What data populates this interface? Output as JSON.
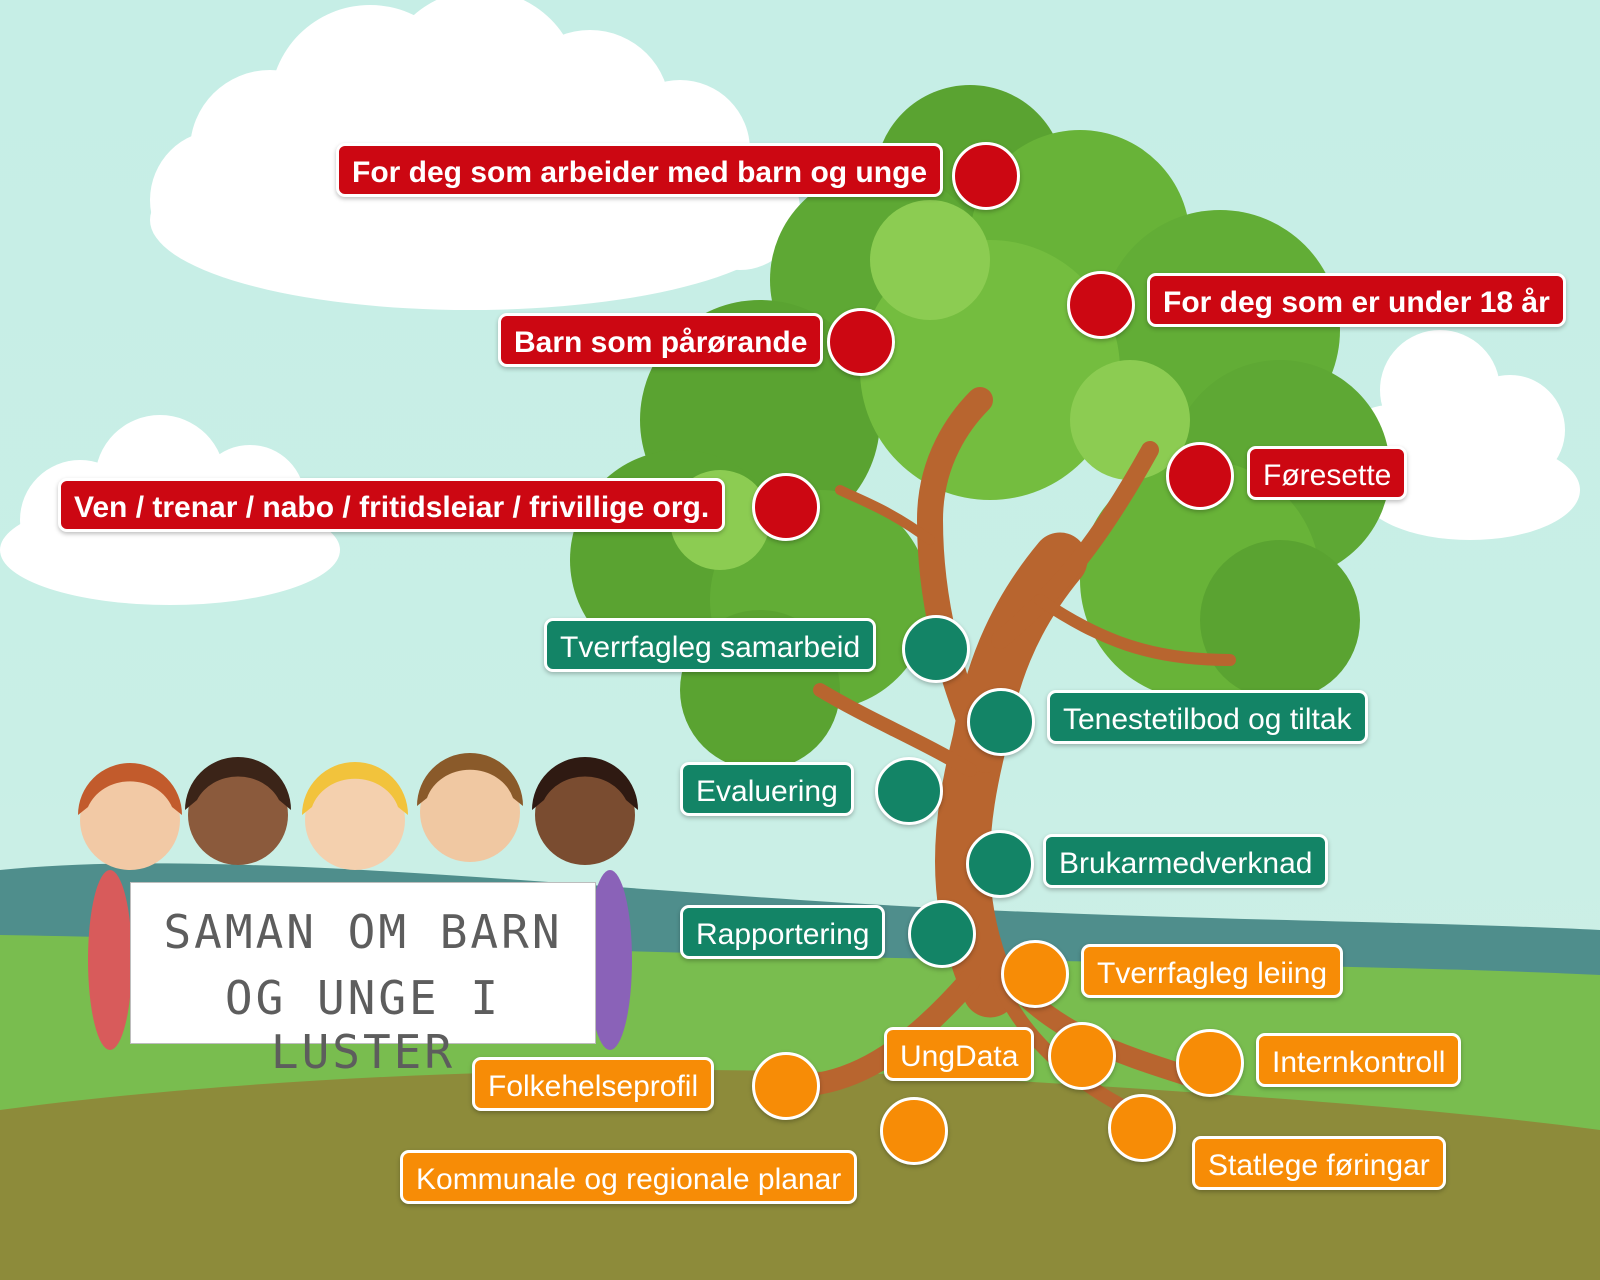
{
  "colors": {
    "audience": "#cc0712",
    "process": "#138466",
    "foundation": "#f78c06"
  },
  "sign": {
    "line1": "SAMAN OM BARN",
    "line2": "OG UNGE I LUSTER"
  },
  "audience": {
    "workers": "For deg som arbeider med barn og unge",
    "under18": "For deg som er under 18 år",
    "relatives": "Barn som pårørande",
    "guardians": "Føresette",
    "community": "Ven / trenar / nabo / fritidsleiar / frivillige org."
  },
  "process": {
    "interdisciplinary": "Tverrfagleg samarbeid",
    "services": "Tenestetilbod og tiltak",
    "evaluation": "Evaluering",
    "user_participation": "Brukarmedverknad",
    "reporting": "Rapportering"
  },
  "foundation": {
    "leadership": "Tverrfagleg leiing",
    "ungdata": "UngData",
    "internal_control": "Internkontroll",
    "public_health": "Folkehelseprofil",
    "plans": "Kommunale og regionale planar",
    "national_guidelines": "Statlege føringar"
  }
}
